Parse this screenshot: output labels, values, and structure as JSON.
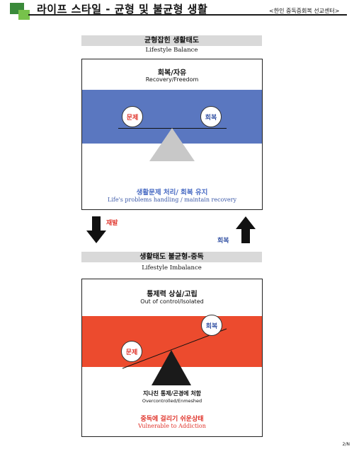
{
  "header": {
    "title": "라이프 스타일 - 균형 및 불균형 생활",
    "center": "<한인 중독증회복 선교센터>"
  },
  "balance": {
    "heading": "균형잡힌 생활태도",
    "subtitle": "Lifestyle Balance",
    "top_ko": "회복/자유",
    "top_en": "Recovery/Freedom",
    "left_circle": "문제",
    "right_circle": "회복",
    "bottom_ko": "생활문제 처리/ 회복 유지",
    "bottom_en": "Life's problems handling / maintain recovery",
    "band_color": "#5a77c0"
  },
  "arrows": {
    "down_label": "재발",
    "up_label": "회복"
  },
  "imbalance": {
    "heading": "생활태도 불균형-중독",
    "subtitle": "Lifestyle Imbalance",
    "top_ko": "통제력 상실/고립",
    "top_en": "Out of control/Isolated",
    "upper_circle": "회복",
    "lower_circle": "문제",
    "mid_ko": "지나친 통제/곤경에 처함",
    "mid_en": "Overcontrolled/Enmeshed",
    "bottom_ko": "중독에 걸리기 쉬운상태",
    "bottom_en": "Vulnerable to Addiction",
    "band_color": "#ec4b2e"
  },
  "footer": {
    "page": "2/N"
  }
}
